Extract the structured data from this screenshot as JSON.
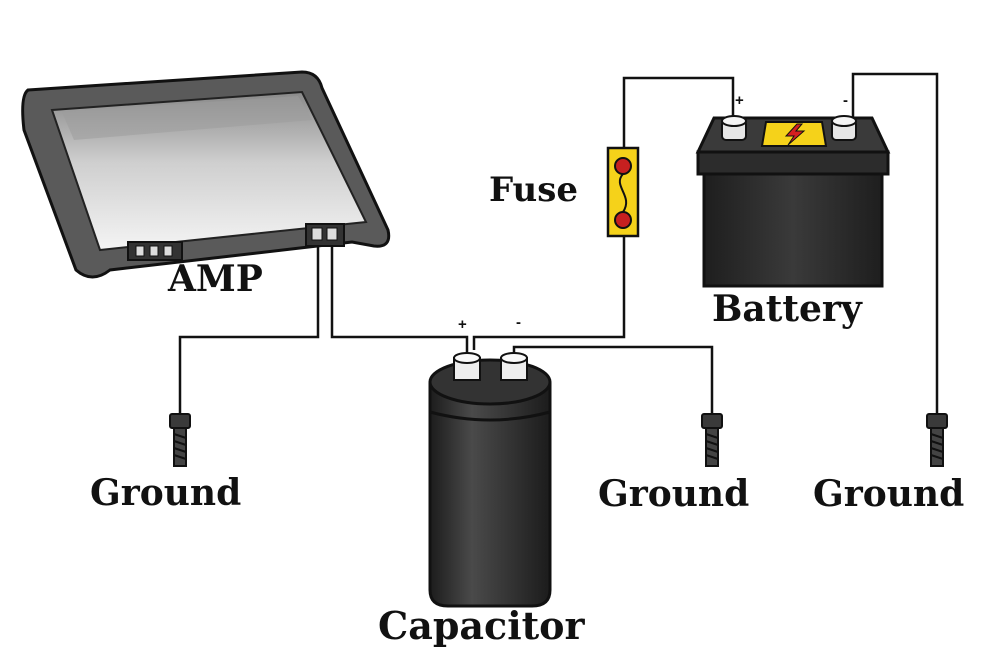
{
  "labels": {
    "amp": "AMP",
    "fuse": "Fuse",
    "battery": "Battery",
    "capacitor": "Capacitor",
    "ground_left": "Ground",
    "ground_middle": "Ground",
    "ground_right": "Ground"
  },
  "polarity": {
    "battery_positive": "+",
    "battery_negative": "-",
    "capacitor_positive": "+",
    "capacitor_negative": "-"
  },
  "colors": {
    "wire": "#111111",
    "amp_body": "#555555",
    "battery_body": "#2a2a2a",
    "capacitor_body": "#2a2a2a",
    "fuse_body": "#f5d21a",
    "fuse_contacts": "#c62020",
    "battery_label": "#f5d21a"
  }
}
